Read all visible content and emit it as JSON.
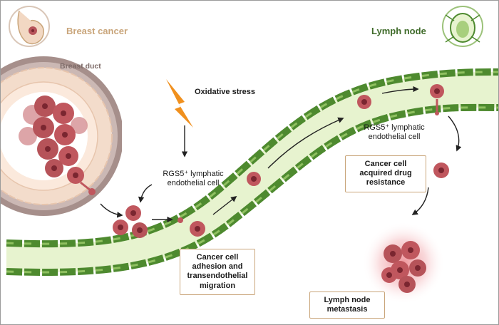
{
  "titles": {
    "breast_cancer": "Breast cancer",
    "lymph_node": "Lymph node",
    "breast_duct": "Breast duct"
  },
  "labels": {
    "oxidative_stress": "Oxidative stress",
    "rgs5_cell_1": "RGS5⁺ lymphatic endothelial cell",
    "rgs5_cell_2": "RGS5⁺ lymphatic endothelial cell"
  },
  "boxes": {
    "adhesion": "Cancer cell adhesion and transendothelial migration",
    "drug_resistance": "Cancer cell acquired drug resistance",
    "metastasis": "Lymph node metastasis"
  },
  "icons": {
    "breast": "breast-icon",
    "lymph_node": "lymph-node-icon",
    "lightning": "lightning-bolt-icon"
  },
  "colors": {
    "vessel_fill": "#e7f3cf",
    "vessel_wall": "#4e8a2f",
    "cancer_cell": "#c0575e",
    "label_tan": "#c9a57a",
    "label_green": "#3f6b2a",
    "lightning": "#f0901e"
  }
}
